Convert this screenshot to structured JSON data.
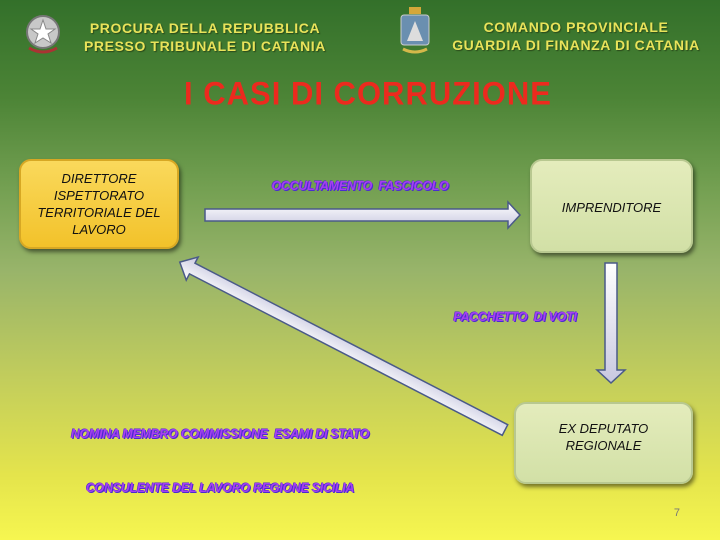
{
  "header": {
    "left": [
      "PROCURA DELLA REPUBBLICA",
      "PRESSO TRIBUNALE DI CATANIA"
    ],
    "right": [
      "COMANDO PROVINCIALE",
      "GUARDIA DI FINANZA DI CATANIA"
    ]
  },
  "title": "I CASI DI CORRUZIONE",
  "nodes": {
    "direttore": [
      "DIRETTORE",
      "ISPETTORATO",
      "TERRITORIALE DEL",
      "LAVORO"
    ],
    "imprenditore": "IMPRENDITORE",
    "deputato": [
      "EX DEPUTATO",
      "REGIONALE"
    ]
  },
  "edges": {
    "occultamento": "OCCULTAMENTO  FASCICOLO",
    "pacchetto": "PACCHETTO  DI VOTI",
    "nomina": [
      "NOMINA MEMBRO COMMISSIONE  ESAMI DI STATO",
      "CONSULENTE DEL LAVORO REGIONE SICILIA"
    ]
  },
  "page_number": "7"
}
